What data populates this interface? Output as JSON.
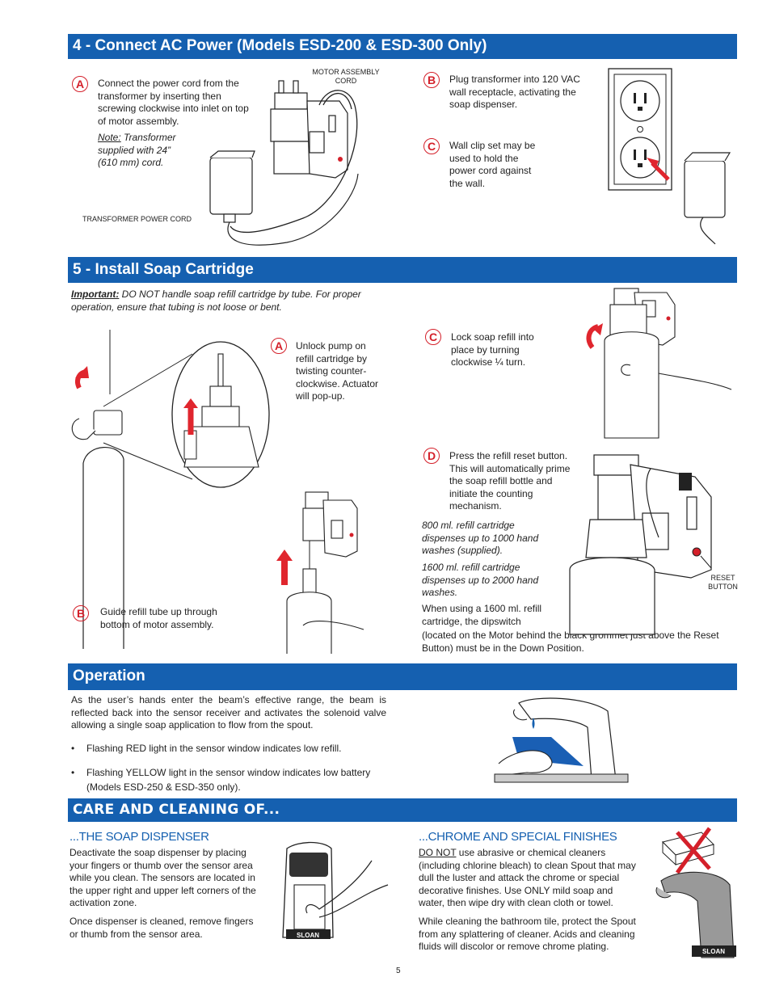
{
  "section4": {
    "title": "4 - Connect AC Power (Models ESD-200 & ESD-300 Only)",
    "stepA_badge": "A",
    "stepA_text": "Connect the power cord from the transformer by inserting then screwing clockwise into inlet on top of motor assembly.",
    "note_label": "Note:",
    "note_text": "Transformer supplied with 24” (610 mm) cord.",
    "motor_label": "MOTOR ASSEMBLY CORD",
    "transformer_label": "TRANSFORMER POWER CORD",
    "stepB_badge": "B",
    "stepB_text": "Plug transformer into 120 VAC wall receptacle, activating the soap dispenser.",
    "stepC_badge": "C",
    "stepC_text": "Wall clip set may be used to hold the power cord against the wall."
  },
  "section5": {
    "title": "5 - Install Soap Cartridge",
    "important_label": "Important:",
    "important_text": "DO NOT handle soap refill cartridge by tube. For proper operation, ensure that tubing is not loose or bent.",
    "stepA_badge": "A",
    "stepA_text": "Unlock pump on refill cartridge by twisting counter-clockwise. Actuator will pop-up.",
    "stepB_badge": "B",
    "stepB_text": "Guide refill tube up through bottom of motor assembly.",
    "stepC_badge": "C",
    "stepC_text": "Lock soap refill into place by turning clockwise ¼ turn.",
    "stepD_badge": "D",
    "stepD_text": "Press the refill reset button. This will automatically prime the soap refill bottle and initiate the counting mechanism.",
    "note1": "800 ml. refill cartridge dispenses up to 1000 hand washes (supplied).",
    "note2": "1600 ml. refill cartridge dispenses up to 2000 hand washes.",
    "note3": "When using a 1600 ml. refill cartridge, the dipswitch",
    "note3_cont": "(located on the Motor behind the black grommet just above the Reset Button) must be in the Down Position.",
    "reset_label": "RESET BUTTON"
  },
  "operation": {
    "title": "Operation",
    "intro": "As the user’s hands enter the beam’s effective range, the beam is reflected back into the sensor receiver and activates the solenoid valve allowing a single soap application to flow from the spout.",
    "bullet1": "Flashing RED light in the sensor window indicates low refill.",
    "bullet2": "Flashing YELLOW light in the sensor window indicates low battery (Models ESD-250 & ESD-350 only)."
  },
  "care": {
    "title": "CARE AND CLEANING OF...",
    "left_heading": "...THE SOAP DISPENSER",
    "left_p1": "Deactivate the soap dispenser by placing your fingers or thumb over the sensor area while you clean. The sensors are located in the upper right and upper left corners of the activation zone.",
    "left_p2": "Once dispenser is cleaned, remove fingers or thumb from the sensor area.",
    "right_heading": "...CHROME AND SPECIAL FINISHES",
    "right_p1_lead": "DO NOT",
    "right_p1": "use abrasive or chemical cleaners (including chlorine bleach) to clean Spout that may dull the luster and attack the chrome or special decorative finishes. Use ONLY mild soap and water, then wipe dry with clean cloth or towel.",
    "right_p2": "While cleaning the bathroom tile, protect the Spout from any splattering of cleaner. Acids and cleaning fluids will discolor or remove chrome plating.",
    "brand": "SLOAN"
  },
  "page_number": "5",
  "colors": {
    "header_blue": "#1560b0",
    "badge_red": "#d4202a",
    "arrow_red": "#e0262e"
  }
}
